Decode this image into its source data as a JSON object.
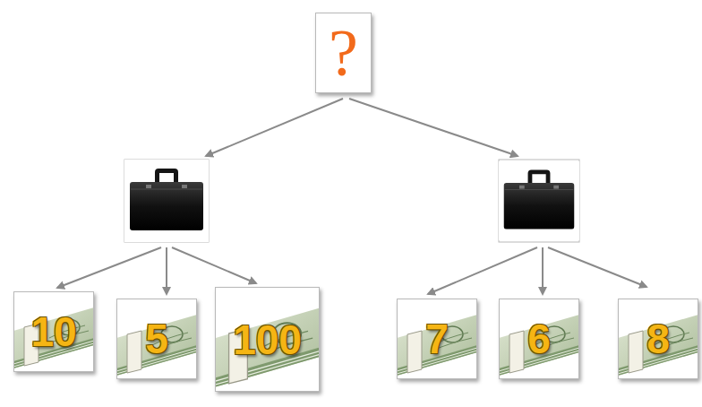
{
  "diagram": {
    "nodes": [
      {
        "text": [
          "?"
        ]
      },
      {
        "text": [
          "10"
        ]
      },
      {
        "text": [
          "5"
        ]
      },
      {
        "text": [
          "100"
        ]
      },
      {
        "text": [
          "7"
        ]
      },
      {
        "text": [
          "6"
        ]
      },
      {
        "text": [
          "8"
        ]
      }
    ]
  }
}
